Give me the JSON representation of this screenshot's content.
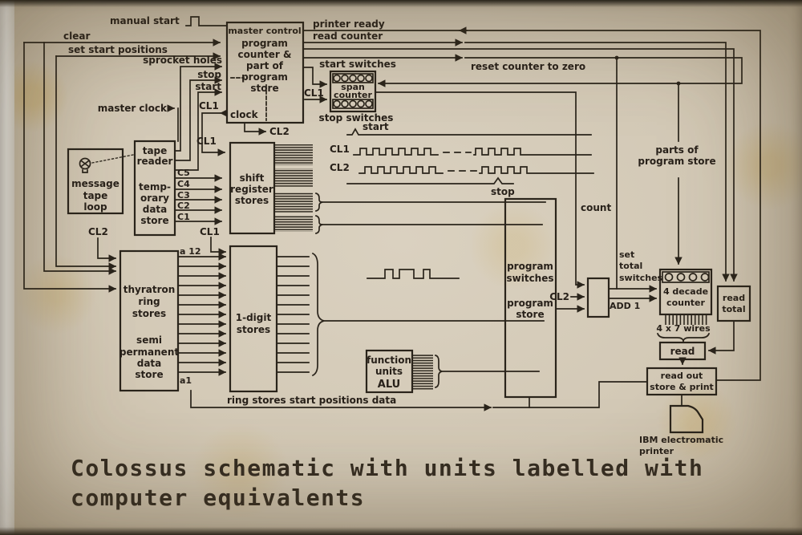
{
  "diagram": {
    "manual_start": "manual start",
    "clear": "clear",
    "set_start": "set start positions",
    "sprocket": "sprocket holes",
    "stop1": "stop",
    "start1": "start",
    "cl1_a": "CL1",
    "master_clock": "master clock",
    "clock": "clock",
    "mc1": "master control",
    "mc2": "program",
    "mc3": "counter &",
    "mc4": "part of",
    "mc5": "program",
    "mc6": "store",
    "cl2_out": "CL2",
    "printer_ready": "printer ready",
    "read_counter": "read counter",
    "reset": "reset counter to zero",
    "start_sw": "start switches",
    "span1": "span",
    "span2": "counter",
    "stop_sw": "stop switches",
    "cl1_span": "CL1",
    "start_wave": "start",
    "cl1_w": "CL1",
    "cl2_w": "CL2",
    "stop_wave": "stop",
    "mtl1": "message",
    "mtl2": "tape",
    "mtl3": "loop",
    "tr1": "tape",
    "tr2": "reader",
    "tds1": "temp-",
    "tds2": "orary",
    "tds3": "data",
    "tds4": "store",
    "c5": "C5",
    "c4": "C4",
    "c3": "C3",
    "c2": "C2",
    "c1": "C1",
    "sr1": "shift",
    "sr2": "register",
    "sr3": "stores",
    "cl1_sr": "CL1",
    "cl2_thy": "CL2",
    "thy1": "thyratron",
    "thy2": "ring",
    "thy3": "stores",
    "sp1": "semi",
    "sp2": "permanent",
    "sp3": "data",
    "sp4": "store",
    "a12": "a 12",
    "a1": "a1",
    "od1": "1-digit",
    "od2": "stores",
    "cl1_1d": "CL1",
    "fu1": "function",
    "fu2": "units",
    "fu3": "ALU",
    "ps1": "program",
    "ps2": "switches",
    "ps3": "program",
    "ps4": "store",
    "count": "count",
    "parts1": "parts of",
    "parts2": "program store",
    "stt1": "set",
    "stt2": "total",
    "stt3": "switches",
    "cl2_add": "CL2",
    "add1": "ADD 1",
    "dc1": "4 decade",
    "dc2": "counter",
    "rt1": "read",
    "rt2": "total",
    "wires": "4 x 7 wires",
    "read": "read",
    "ro1": "read out",
    "ro2": "store & print",
    "ring_data": "ring stores start positions data",
    "ibm1": "IBM  electromatic",
    "ibm2": "printer"
  },
  "caption": {
    "line1": "Colossus schematic with units labelled with",
    "line2": "computer equivalents"
  },
  "colors": {
    "ink": "#2a241b",
    "paper": "#d5cbb8"
  }
}
